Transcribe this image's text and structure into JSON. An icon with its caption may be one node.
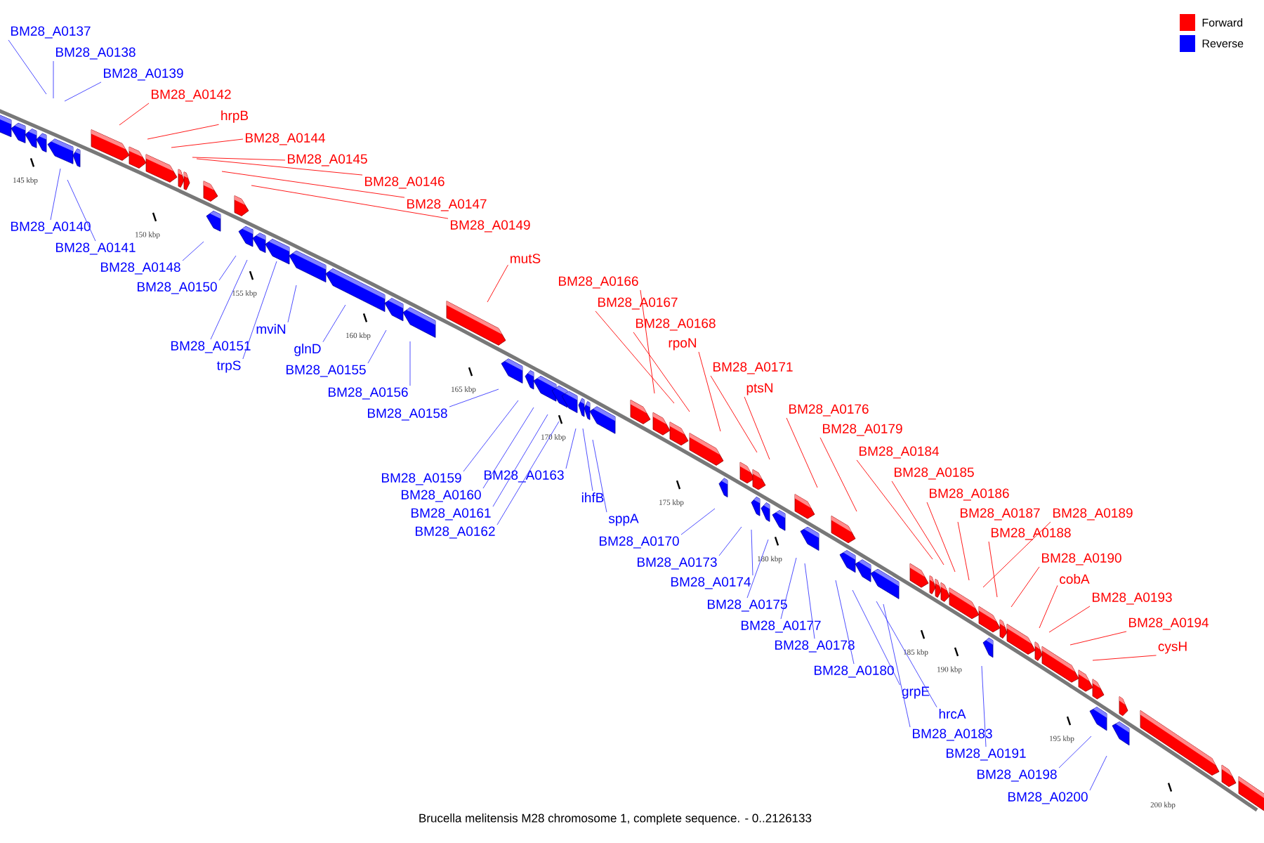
{
  "diagram": {
    "caption": "Brucella melitensis M28 chromosome 1, complete sequence. - 0..2126133",
    "nodes": [
      {
        "text": [
          "BM28_A0137"
        ]
      },
      {
        "text": [
          "BM28_A0138"
        ]
      },
      {
        "text": [
          "BM28_A0139"
        ]
      },
      {
        "text": [
          "BM28_A0140"
        ]
      },
      {
        "text": [
          "BM28_A0141"
        ]
      },
      {
        "text": [
          "BM28_A0142"
        ]
      },
      {
        "text": [
          "hrpB"
        ]
      },
      {
        "text": [
          "BM28_A0144"
        ]
      },
      {
        "text": [
          "BM28_A0145"
        ]
      },
      {
        "text": [
          "BM28_A0146"
        ]
      },
      {
        "text": [
          "BM28_A0147"
        ]
      },
      {
        "text": [
          "BM28_A0148"
        ]
      },
      {
        "text": [
          "BM28_A0149"
        ]
      },
      {
        "text": [
          "BM28_A0150"
        ]
      },
      {
        "text": [
          "BM28_A0151"
        ]
      },
      {
        "text": [
          "trpS"
        ]
      },
      {
        "text": [
          "mviN"
        ]
      },
      {
        "text": [
          "glnD"
        ]
      },
      {
        "text": [
          "BM28_A0155"
        ]
      },
      {
        "text": [
          "BM28_A0156"
        ]
      },
      {
        "text": [
          "mutS"
        ]
      },
      {
        "text": [
          "BM28_A0158"
        ]
      },
      {
        "text": [
          "BM28_A0159"
        ]
      },
      {
        "text": [
          "BM28_A0160"
        ]
      },
      {
        "text": [
          "BM28_A0161"
        ]
      },
      {
        "text": [
          "BM28_A0162"
        ]
      },
      {
        "text": [
          "BM28_A0163"
        ]
      },
      {
        "text": [
          "ihfB"
        ]
      },
      {
        "text": [
          "sppA"
        ]
      },
      {
        "text": [
          "BM28_A0166"
        ]
      },
      {
        "text": [
          "BM28_A0167"
        ]
      },
      {
        "text": [
          "BM28_A0168"
        ]
      },
      {
        "text": [
          "rpoN"
        ]
      },
      {
        "text": [
          "BM28_A0170"
        ]
      },
      {
        "text": [
          "BM28_A0171"
        ]
      },
      {
        "text": [
          "ptsN"
        ]
      },
      {
        "text": [
          "BM28_A0173"
        ]
      },
      {
        "text": [
          "BM28_A0174"
        ]
      },
      {
        "text": [
          "BM28_A0175"
        ]
      },
      {
        "text": [
          "BM28_A0176"
        ]
      },
      {
        "text": [
          "BM28_A0177"
        ]
      },
      {
        "text": [
          "BM28_A0178"
        ]
      },
      {
        "text": [
          "BM28_A0179"
        ]
      },
      {
        "text": [
          "BM28_A0180"
        ]
      },
      {
        "text": [
          "grpE"
        ]
      },
      {
        "text": [
          "hrcA"
        ]
      },
      {
        "text": [
          "BM28_A0183"
        ]
      },
      {
        "text": [
          "BM28_A0184"
        ]
      },
      {
        "text": [
          "BM28_A0185"
        ]
      },
      {
        "text": [
          "BM28_A0186"
        ]
      },
      {
        "text": [
          "BM28_A0187"
        ]
      },
      {
        "text": [
          "BM28_A0188"
        ]
      },
      {
        "text": [
          "BM28_A0189"
        ]
      },
      {
        "text": [
          "BM28_A0190"
        ]
      },
      {
        "text": [
          "BM28_A0191"
        ]
      },
      {
        "text": [
          "cobA"
        ]
      },
      {
        "text": [
          "BM28_A0193"
        ]
      },
      {
        "text": [
          "BM28_A0194"
        ]
      },
      {
        "text": [
          "cysH"
        ]
      },
      {
        "text": [
          "BM28_A0198"
        ]
      },
      {
        "text": [
          "BM28_A0200"
        ]
      }
    ],
    "edges": [
      {
        "from": 0,
        "to": null,
        "arrow": "none"
      },
      {
        "from": 1,
        "to": null,
        "arrow": "none"
      },
      {
        "from": 2,
        "to": null,
        "arrow": "none"
      },
      {
        "from": 3,
        "to": null,
        "arrow": "none"
      },
      {
        "from": 4,
        "to": null,
        "arrow": "none"
      },
      {
        "from": 5,
        "to": null,
        "arrow": "none",
        "color": "#ff0000"
      },
      {
        "from": 6,
        "to": null,
        "arrow": "none",
        "color": "#ff0000"
      },
      {
        "from": 7,
        "to": null,
        "arrow": "none",
        "color": "#ff0000"
      },
      {
        "from": 8,
        "to": null,
        "arrow": "none",
        "color": "#ff0000"
      },
      {
        "from": 9,
        "to": null,
        "arrow": "none",
        "color": "#ff0000"
      },
      {
        "from": 10,
        "to": null,
        "arrow": "none",
        "color": "#ff0000"
      },
      {
        "from": 11,
        "to": null,
        "arrow": "none"
      },
      {
        "from": 12,
        "to": null,
        "arrow": "none",
        "color": "#ff0000"
      },
      {
        "from": 13,
        "to": null,
        "arrow": "none"
      },
      {
        "from": 14,
        "to": null,
        "arrow": "none"
      },
      {
        "from": 15,
        "to": null,
        "arrow": "none"
      },
      {
        "from": 16,
        "to": null,
        "arrow": "none"
      },
      {
        "from": 17,
        "to": null,
        "arrow": "none"
      },
      {
        "from": 18,
        "to": null,
        "arrow": "none"
      },
      {
        "from": 19,
        "to": null,
        "arrow": "none"
      },
      {
        "from": 20,
        "to": null,
        "arrow": "none",
        "color": "#ff0000"
      },
      {
        "from": 21,
        "to": null,
        "arrow": "none"
      },
      {
        "from": 22,
        "to": null,
        "arrow": "none"
      },
      {
        "from": 23,
        "to": null,
        "arrow": "none"
      },
      {
        "from": 24,
        "to": null,
        "arrow": "none"
      },
      {
        "from": 25,
        "to": null,
        "arrow": "none"
      },
      {
        "from": 26,
        "to": null,
        "arrow": "none"
      },
      {
        "from": 27,
        "to": null,
        "arrow": "none"
      },
      {
        "from": 28,
        "to": null,
        "arrow": "none"
      },
      {
        "from": 29,
        "to": null,
        "arrow": "none",
        "color": "#ff0000"
      },
      {
        "from": 30,
        "to": null,
        "arrow": "none",
        "color": "#ff0000"
      },
      {
        "from": 31,
        "to": null,
        "arrow": "none",
        "color": "#ff0000"
      },
      {
        "from": 32,
        "to": null,
        "arrow": "none",
        "color": "#ff0000"
      },
      {
        "from": 33,
        "to": null,
        "arrow": "none"
      },
      {
        "from": 34,
        "to": null,
        "arrow": "none",
        "color": "#ff0000"
      },
      {
        "from": 35,
        "to": null,
        "arrow": "none",
        "color": "#ff0000"
      },
      {
        "from": 36,
        "to": null,
        "arrow": "none"
      },
      {
        "from": 37,
        "to": null,
        "arrow": "none"
      },
      {
        "from": 38,
        "to": null,
        "arrow": "none"
      },
      {
        "from": 39,
        "to": null,
        "arrow": "none",
        "color": "#ff0000"
      },
      {
        "from": 40,
        "to": null,
        "arrow": "none"
      },
      {
        "from": 41,
        "to": null,
        "arrow": "none"
      },
      {
        "from": 42,
        "to": null,
        "arrow": "none",
        "color": "#ff0000"
      },
      {
        "from": 43,
        "to": null,
        "arrow": "none"
      },
      {
        "from": 44,
        "to": null,
        "arrow": "none"
      },
      {
        "from": 45,
        "to": null,
        "arrow": "none"
      },
      {
        "from": 46,
        "to": null,
        "arrow": "none"
      },
      {
        "from": 47,
        "to": null,
        "arrow": "none",
        "color": "#ff0000"
      },
      {
        "from": 48,
        "to": null,
        "arrow": "none",
        "color": "#ff0000"
      },
      {
        "from": 49,
        "to": null,
        "arrow": "none",
        "color": "#ff0000"
      },
      {
        "from": 50,
        "to": null,
        "arrow": "none",
        "color": "#ff0000"
      },
      {
        "from": 51,
        "to": null,
        "arrow": "none",
        "color": "#ff0000"
      },
      {
        "from": 52,
        "to": null,
        "arrow": "none",
        "color": "#ff0000"
      },
      {
        "from": 53,
        "to": null,
        "arrow": "none",
        "color": "#ff0000"
      },
      {
        "from": 54,
        "to": null,
        "arrow": "none"
      },
      {
        "from": 55,
        "to": null,
        "arrow": "none",
        "color": "#ff0000"
      },
      {
        "from": 56,
        "to": null,
        "arrow": "none",
        "color": "#ff0000"
      },
      {
        "from": 57,
        "to": null,
        "arrow": "none",
        "color": "#ff0000"
      },
      {
        "from": 58,
        "to": null,
        "arrow": "none",
        "color": "#ff0000"
      },
      {
        "from": 59,
        "to": null,
        "arrow": "none"
      },
      {
        "from": 60,
        "to": null,
        "arrow": "none"
      }
    ],
    "labels": [
      "145 kbp",
      "150 kbp",
      "155 kbp",
      "160 kbp",
      "165 kbp",
      "170 kbp",
      "175 kbp",
      "180 kbp",
      "185 kbp",
      "190 kbp",
      "195 kbp",
      "200 kbp"
    ],
    "legend": [
      {
        "text": "Forward",
        "color": "#ff0000"
      },
      {
        "text": "Reverse",
        "color": "#0000ff"
      }
    ]
  }
}
